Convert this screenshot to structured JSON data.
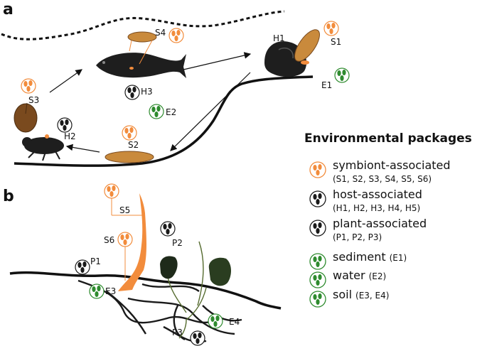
{
  "panels": {
    "a": "a",
    "b": "b"
  },
  "colors": {
    "symbiont": "#f28c3c",
    "host": "#1a1a1a",
    "environment": "#2e8b2e",
    "organism_dark": "#1e1e1e",
    "organism_brown": "#7a4a1e",
    "organism_tan": "#c98a3c"
  },
  "labels": {
    "S1": "S1",
    "S2": "S2",
    "S3": "S3",
    "S4": "S4",
    "S5": "S5",
    "S6": "S6",
    "H1": "H1",
    "H2": "H2",
    "H3": "H3",
    "P1": "P1",
    "P2": "P2",
    "P3": "P3",
    "E1": "E1",
    "E2": "E2",
    "E3": "E3",
    "E4": "E4"
  },
  "legend": {
    "title": "Environmental packages",
    "items": [
      {
        "name": "symbiont-associated",
        "codes": "(S1, S2, S3, S4, S5, S6)",
        "color": "symbiont",
        "icon": "symbiont-cells-icon"
      },
      {
        "name": "host-associated",
        "codes": "(H1, H2, H3, H4, H5)",
        "color": "host",
        "icon": "host-cells-icon"
      },
      {
        "name": "plant-associated",
        "codes": "(P1, P2, P3)",
        "color": "host",
        "icon": "plant-cells-icon"
      },
      {
        "name": "sediment",
        "codes": "(E1)",
        "color": "environment",
        "icon": "sediment-cells-icon"
      },
      {
        "name": "water",
        "codes": "(E2)",
        "color": "environment",
        "icon": "water-cells-icon"
      },
      {
        "name": "soil",
        "codes": "(E3, E4)",
        "color": "environment",
        "icon": "soil-cells-icon"
      }
    ]
  }
}
